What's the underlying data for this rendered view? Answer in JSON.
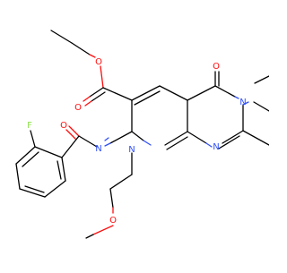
{
  "atoms": {
    "o_ester_ether": "O",
    "o_ester_carbonyl": "O",
    "o_ketone": "O",
    "n_ring_fused": "N",
    "n_ring_amine": "N",
    "n_ring_imine": "N",
    "n_exocyclic": "N",
    "o_amide": "O",
    "f_atom": "F",
    "o_methoxy": "O"
  },
  "colors": {
    "bond": "#000000",
    "oxygen": "#ff0d0d",
    "nitrogen": "#3050f8",
    "fluorine": "#90e050"
  }
}
